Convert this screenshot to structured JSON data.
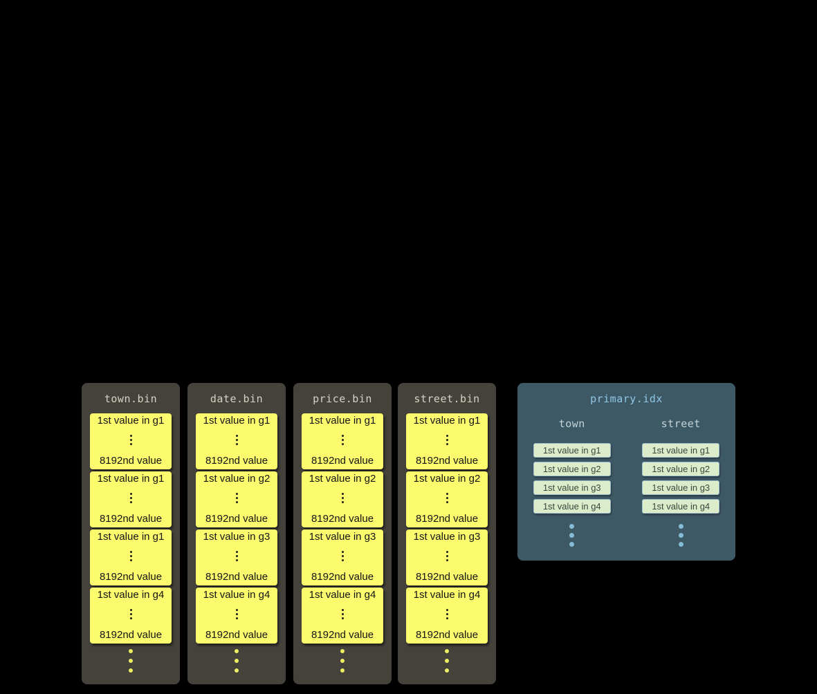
{
  "bins": [
    {
      "title": "town.bin",
      "granules": [
        {
          "first": "1st value in g1",
          "last": "8192nd value"
        },
        {
          "first": "1st value in g1",
          "last": "8192nd value"
        },
        {
          "first": "1st value in g1",
          "last": "8192nd value"
        },
        {
          "first": "1st value in g4",
          "last": "8192nd value"
        }
      ]
    },
    {
      "title": "date.bin",
      "granules": [
        {
          "first": "1st value in g1",
          "last": "8192nd value"
        },
        {
          "first": "1st value in g2",
          "last": "8192nd value"
        },
        {
          "first": "1st value in g3",
          "last": "8192nd value"
        },
        {
          "first": "1st value in g4",
          "last": "8192nd value"
        }
      ]
    },
    {
      "title": "price.bin",
      "granules": [
        {
          "first": "1st value in g1",
          "last": "8192nd value"
        },
        {
          "first": "1st value in g2",
          "last": "8192nd value"
        },
        {
          "first": "1st value in g3",
          "last": "8192nd value"
        },
        {
          "first": "1st value in g4",
          "last": "8192nd value"
        }
      ]
    },
    {
      "title": "street.bin",
      "granules": [
        {
          "first": "1st value in g1",
          "last": "8192nd value"
        },
        {
          "first": "1st value in g2",
          "last": "8192nd value"
        },
        {
          "first": "1st value in g3",
          "last": "8192nd value"
        },
        {
          "first": "1st value in g4",
          "last": "8192nd value"
        }
      ]
    }
  ],
  "index": {
    "title": "primary.idx",
    "columns": [
      {
        "name": "town",
        "entries": [
          "1st value in g1",
          "1st value in g2",
          "1st value in g3",
          "1st value in g4"
        ]
      },
      {
        "name": "street",
        "entries": [
          "1st value in g1",
          "1st value in g2",
          "1st value in g3",
          "1st value in g4"
        ]
      }
    ]
  },
  "colors": {
    "background": "#000000",
    "bin_panel": "#45423c",
    "granule_block": "#fbfb6d",
    "index_panel": "#3e5966",
    "index_entry": "#dcecca",
    "index_accent": "#8fc7e4"
  }
}
